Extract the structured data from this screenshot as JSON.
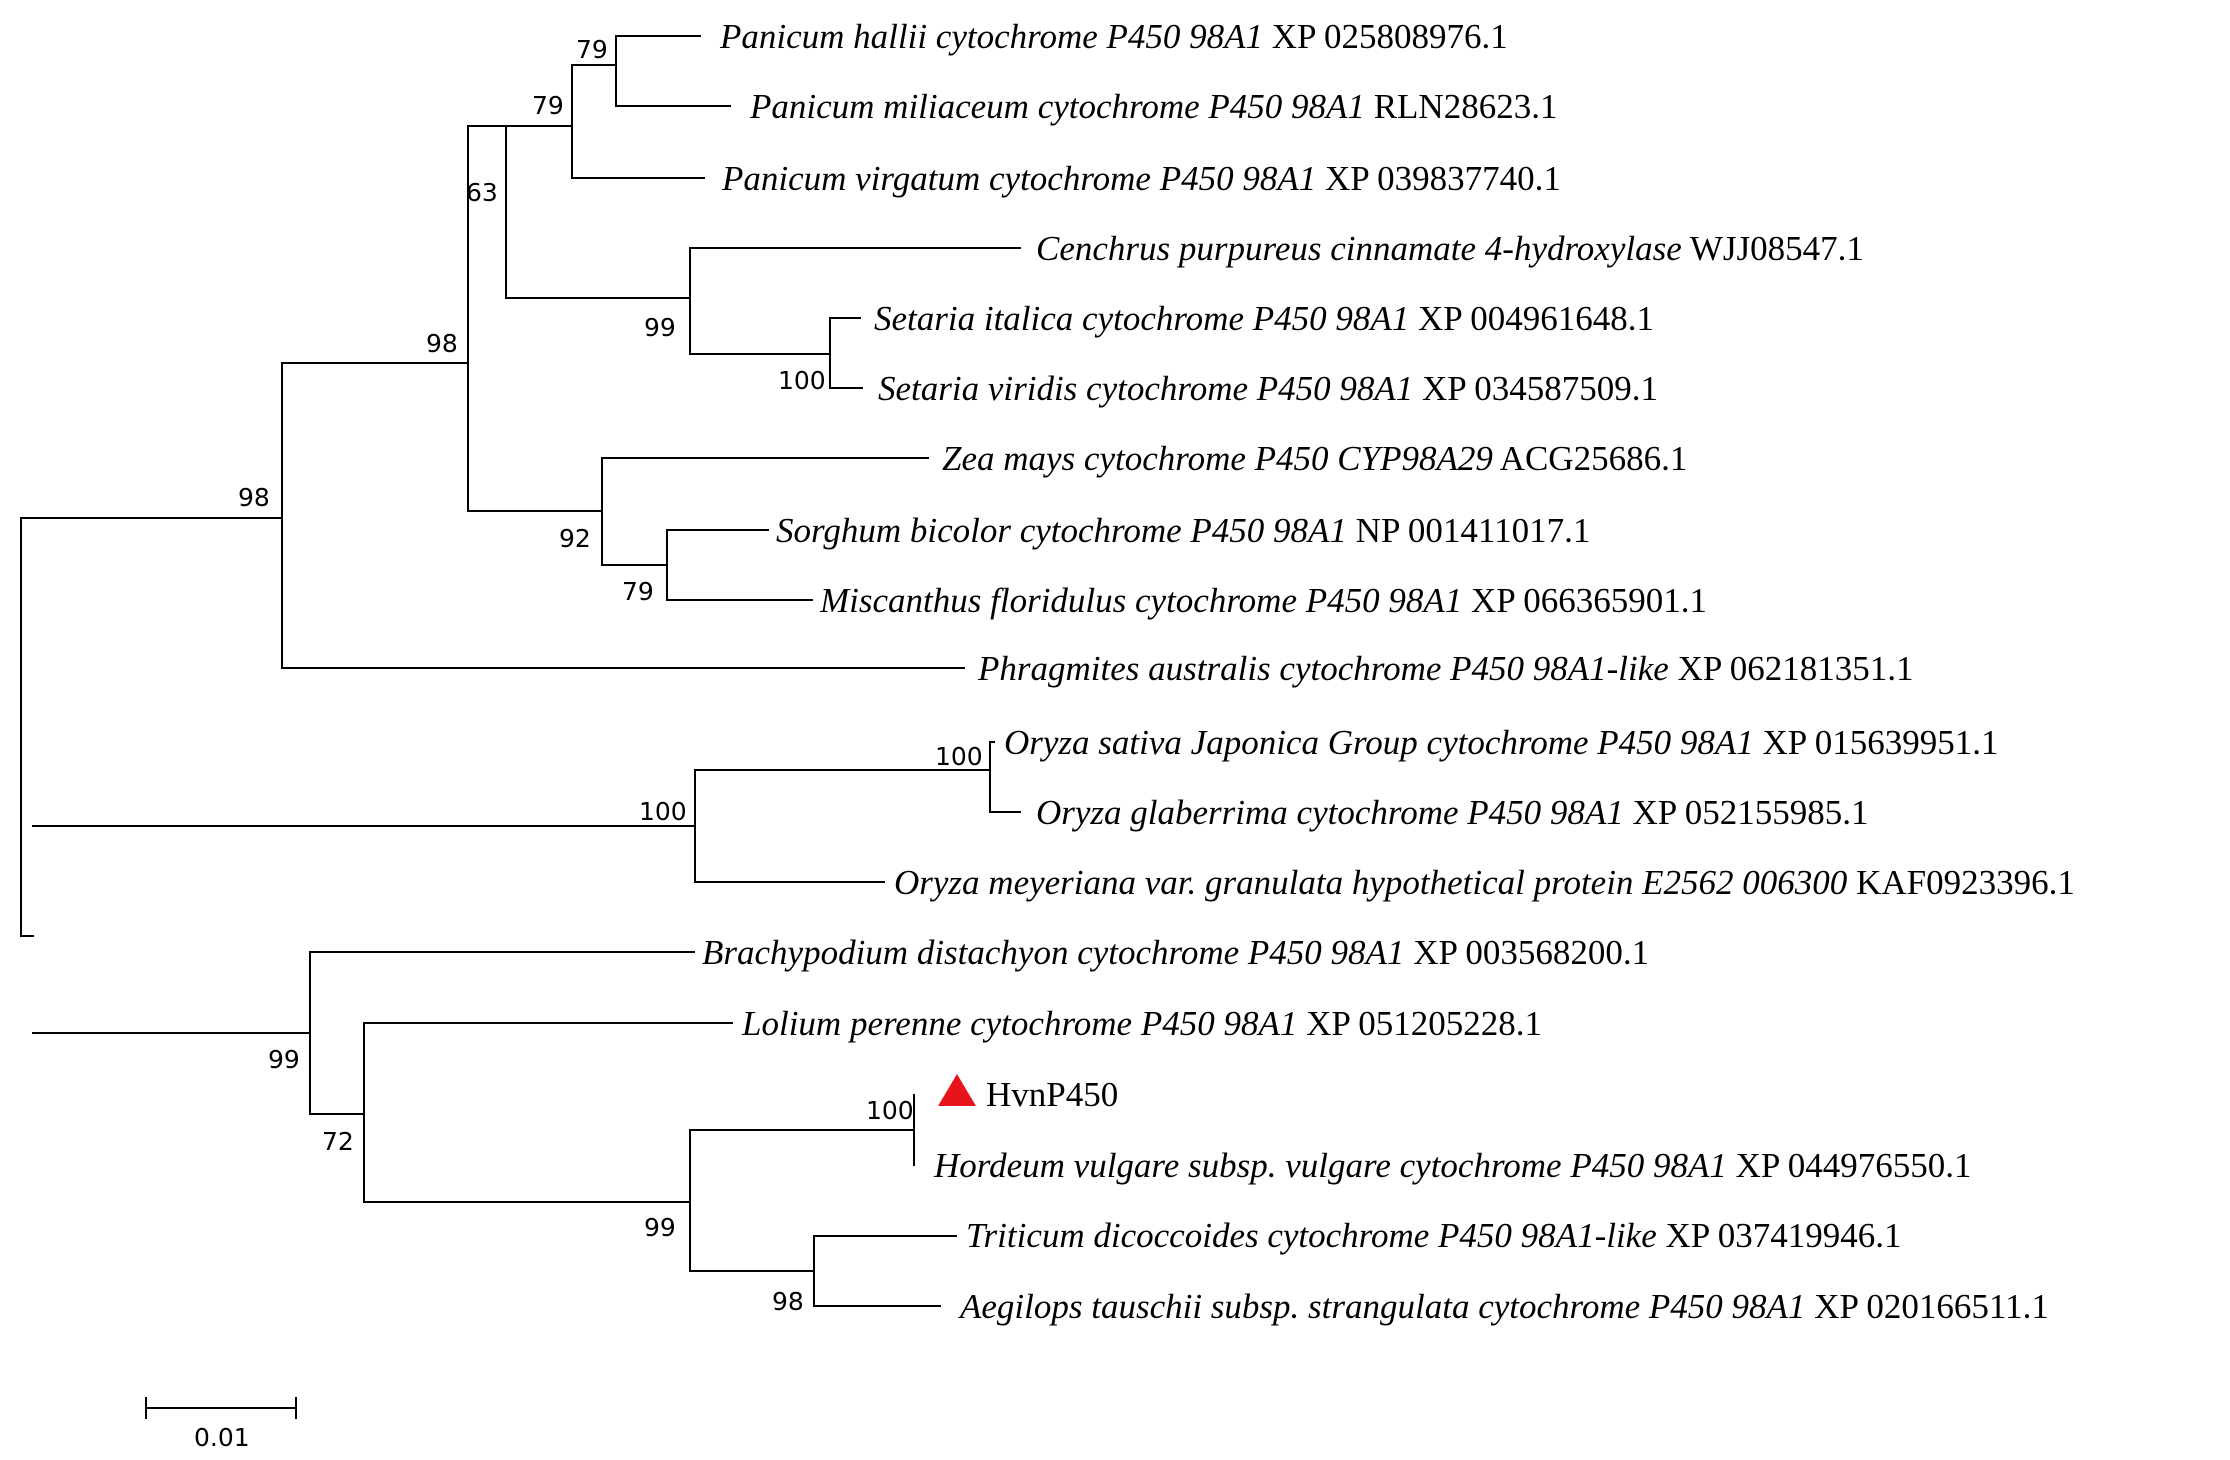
{
  "colors": {
    "line": "#000000",
    "marker": "#e8141c"
  },
  "taxa": [
    {
      "id": "phal",
      "species": "Panicum hallii cytochrome P450 98A1",
      "accession": "XP 025808976.1"
    },
    {
      "id": "pmil",
      "species": "Panicum miliaceum cytochrome P450 98A1",
      "accession": "RLN28623.1"
    },
    {
      "id": "pvir",
      "species": "Panicum virgatum cytochrome P450 98A1",
      "accession": "XP 039837740.1"
    },
    {
      "id": "cpur",
      "species": "Cenchrus purpureus cinnamate 4-hydroxylase",
      "accession": "WJJ08547.1"
    },
    {
      "id": "sita",
      "species": "Setaria italica cytochrome P450 98A1",
      "accession": "XP 004961648.1"
    },
    {
      "id": "svir",
      "species": "Setaria viridis cytochrome P450 98A1",
      "accession": "XP 034587509.1"
    },
    {
      "id": "zmay",
      "species": "Zea mays cytochrome P450 CYP98A29",
      "accession": "ACG25686.1"
    },
    {
      "id": "sbic",
      "species": "Sorghum bicolor cytochrome P450 98A1",
      "accession": "NP 001411017.1"
    },
    {
      "id": "mflo",
      "species": "Miscanthus floridulus cytochrome P450 98A1",
      "accession": "XP 066365901.1"
    },
    {
      "id": "paus",
      "species": "Phragmites australis cytochrome P450 98A1-like",
      "accession": "XP 062181351.1"
    },
    {
      "id": "osat",
      "species": "Oryza sativa Japonica Group cytochrome P450 98A1",
      "accession": "XP 015639951.1"
    },
    {
      "id": "ogla",
      "species": "Oryza glaberrima cytochrome P450 98A1",
      "accession": "XP 052155985.1"
    },
    {
      "id": "omey",
      "species": "Oryza meyeriana var. granulata hypothetical protein E2562 006300",
      "accession": "KAF0923396.1"
    },
    {
      "id": "bdis",
      "species": "Brachypodium distachyon cytochrome P450 98A1",
      "accession": "XP 003568200.1"
    },
    {
      "id": "lper",
      "species": "Lolium perenne cytochrome P450 98A1",
      "accession": "XP 051205228.1"
    },
    {
      "id": "hvn",
      "species": "",
      "accession": "HvnP450",
      "marker": "triangle"
    },
    {
      "id": "hvul",
      "species": "Hordeum vulgare subsp. vulgare cytochrome P450 98A1",
      "accession": "XP 044976550.1"
    },
    {
      "id": "tdic",
      "species": "Triticum dicoccoides cytochrome P450 98A1-like",
      "accession": "XP 037419946.1"
    },
    {
      "id": "atau",
      "species": "Aegilops tauschii subsp. strangulata cytochrome P450 98A1",
      "accession": "XP 020166511.1"
    }
  ],
  "bootstrap": [
    "79",
    "79",
    "63",
    "99",
    "100",
    "98",
    "92",
    "79",
    "98",
    "100",
    "100",
    "99",
    "72",
    "100",
    "99",
    "98"
  ],
  "scale_bar": {
    "label": "0.01"
  }
}
